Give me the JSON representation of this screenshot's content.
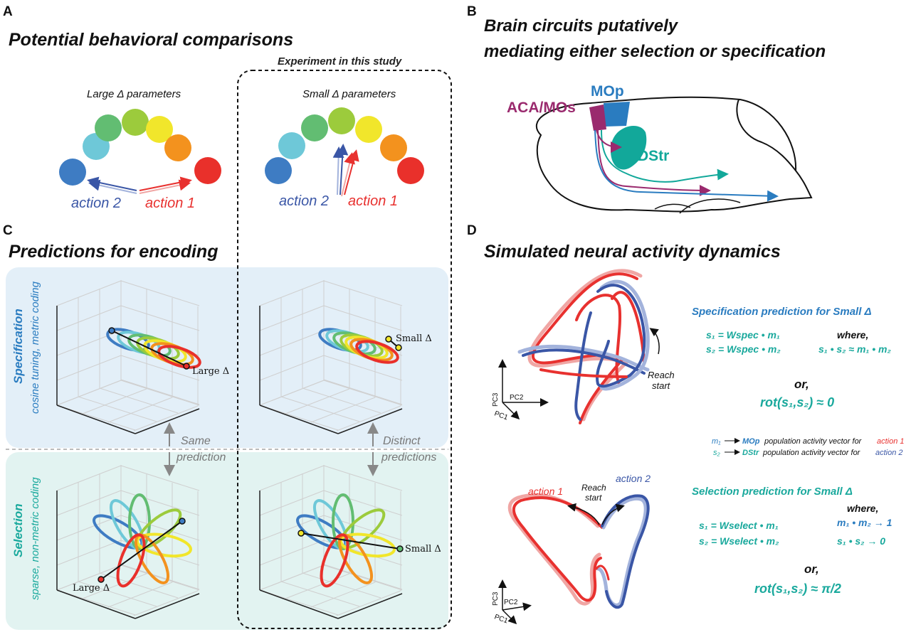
{
  "panels": {
    "A": {
      "letter": "A",
      "title": "Potential behavioral comparisons",
      "experiment_label": "Experiment in this study",
      "large_label": "Large Δ parameters",
      "small_label": "Small Δ parameters",
      "action1": "action 1",
      "action2": "action 2"
    },
    "B": {
      "letter": "B",
      "title_line1": "Brain circuits putatively",
      "title_line2": "mediating either selection or specification",
      "regions": {
        "aca": "ACA/MOs",
        "mop": "MOp",
        "dstr": "DStr"
      }
    },
    "C": {
      "letter": "C",
      "title": "Predictions for encoding",
      "spec_title": "Specification",
      "spec_sub": "cosine tuning, metric coding",
      "sel_title": "Selection",
      "sel_sub": "sparse, non-metric coding",
      "large_delta": "Large Δ",
      "small_delta": "Small Δ",
      "same_line1": "Same",
      "same_line2": "prediction",
      "distinct_line1": "Distinct",
      "distinct_line2": "predictions"
    },
    "D": {
      "letter": "D",
      "title": "Simulated neural activity dynamics",
      "spec_pred_title": "Specification prediction for Small Δ",
      "sel_pred_title": "Selection  prediction for Small Δ",
      "spec_eq1": "s₁ = Wspec • m₁",
      "spec_eq2": "s₂ = Wspec • m₂",
      "where": "where,",
      "spec_cond": "s₁ • s₂ ≈ m₁ • m₂",
      "or": "or,",
      "spec_rot": "rot(s₁,s₂) ≈ 0",
      "legend_m1_sym": "m₁",
      "legend_m1_region": "MOp",
      "legend_m1_text": "population activity vector for",
      "legend_m1_action": "action 1",
      "legend_s2_sym": "s₂",
      "legend_s2_region": "DStr",
      "legend_s2_text": "population activity vector for",
      "legend_s2_action": "action 2",
      "sel_eq1": "s₁ = Wselect • m₁",
      "sel_eq2": "s₂ = Wselect • m₂",
      "sel_cond1": "m₁ • m₂ → 1",
      "sel_cond2": "s₁ • s₂ → 0",
      "sel_rot": "rot(s₁,s₂) ≈ π/2",
      "reach_start_1": "Reach",
      "reach_start_2": "start",
      "axis_pc1": "PC1",
      "axis_pc2": "PC2",
      "axis_pc3": "PC3",
      "action1": "action 1",
      "action2": "action 2"
    }
  },
  "colors": {
    "action1": "#e8312f",
    "action2": "#3a56a6",
    "spec_bg": "#e3eff8",
    "sel_bg": "#e2f3f1",
    "teal": "#1aa99d",
    "mop_blue": "#2a7cc0",
    "aca_purple": "#9a2a6e",
    "dstr_teal": "#12a89a",
    "targets": [
      "#3e7cc3",
      "#6ec8d8",
      "#62bd72",
      "#9ccb3c",
      "#f1e62b",
      "#f3921e",
      "#e9302b"
    ]
  }
}
